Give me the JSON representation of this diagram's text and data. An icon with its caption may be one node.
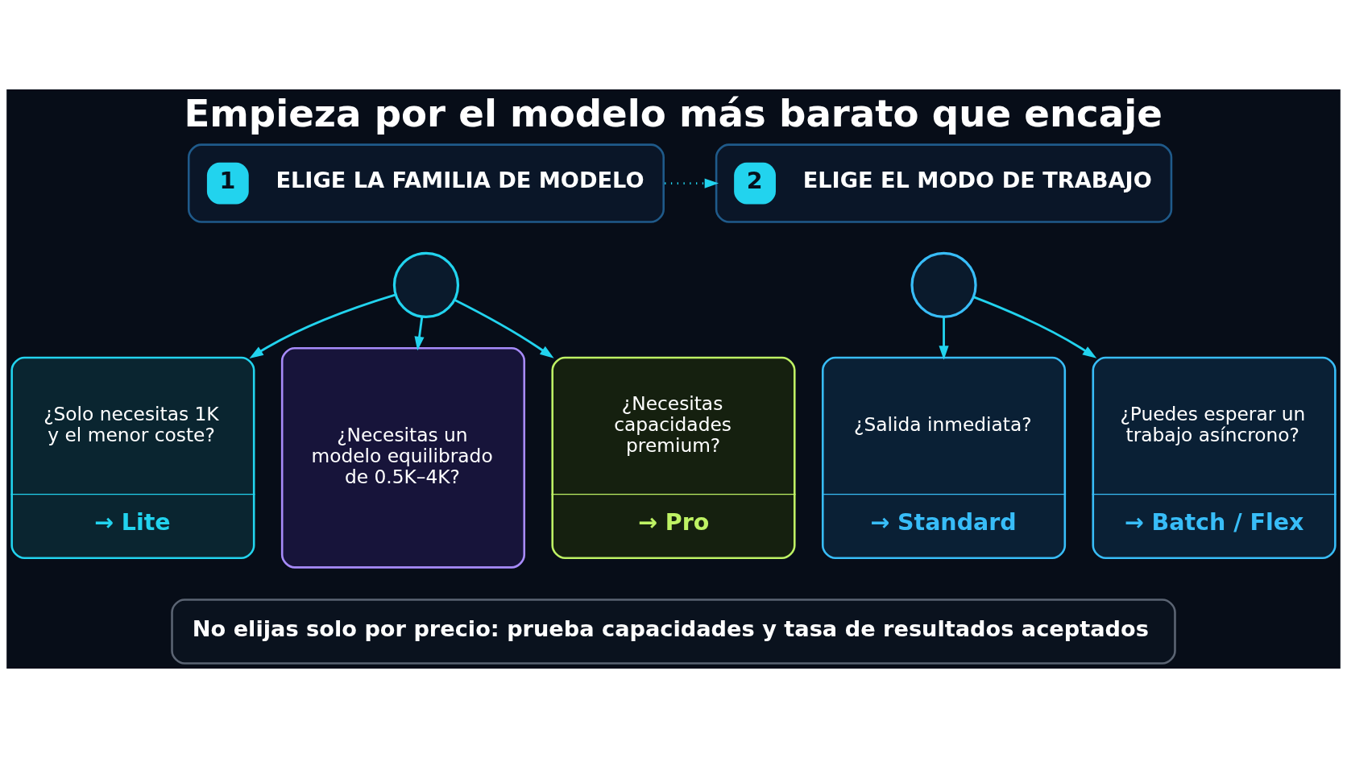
{
  "diagram": {
    "title": "Empieza por el modelo más barato que encaje",
    "nodes": [
      {
        "text": [
          "1",
          "ELIGE LA FAMILIA DE MODELO"
        ]
      },
      {
        "text": [
          "2",
          "ELIGE EL MODO DE TRABAJO"
        ]
      },
      {
        "text": [],
        "shape": "circle"
      },
      {
        "text": [],
        "shape": "circle"
      },
      {
        "text": [
          "¿Solo necesitas 1K y el menor coste?",
          "→ Lite"
        ]
      },
      {
        "text": [
          "¿Necesitas un modelo equilibrado de 0.5K–4K?"
        ]
      },
      {
        "text": [
          "¿Necesitas capacidades premium?",
          "→ Pro"
        ]
      },
      {
        "text": [
          "¿Salida inmediata?",
          "→ Standard"
        ]
      },
      {
        "text": [
          "¿Puedes esperar un trabajo asíncrono?",
          "→ Batch / Flex"
        ]
      },
      {
        "text": [
          "No elijas solo por precio: prueba capacidades y tasa de resultados aceptados"
        ]
      }
    ],
    "edges": [
      {
        "from": 0,
        "to": 1,
        "arrow": "to",
        "style": "dashed"
      },
      {
        "from": 2,
        "to": 4,
        "arrow": "to"
      },
      {
        "from": 2,
        "to": 5,
        "arrow": "to"
      },
      {
        "from": 2,
        "to": 6,
        "arrow": "to"
      },
      {
        "from": 3,
        "to": 7,
        "arrow": "to"
      },
      {
        "from": 3,
        "to": 8,
        "arrow": "to"
      }
    ]
  }
}
